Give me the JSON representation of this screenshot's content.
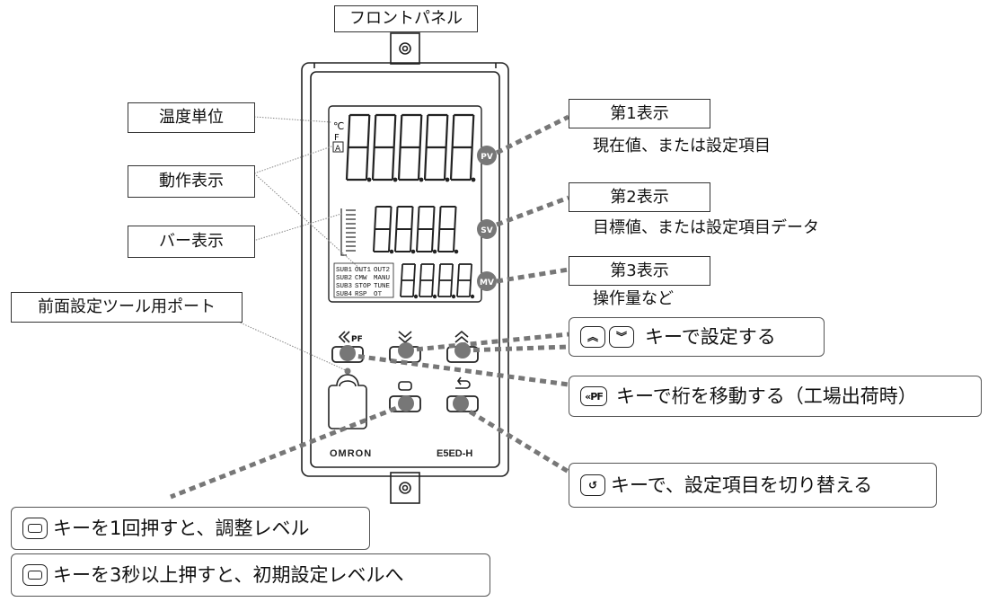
{
  "front_panel": {
    "title": "フロントパネル"
  },
  "left_labels": {
    "temp_unit": "温度単位",
    "operation": "動作表示",
    "bar": "バー表示",
    "tool_port": "前面設定ツール用ポート"
  },
  "displays": [
    {
      "title": "第1表示",
      "desc": "現在値、または設定項目",
      "tag": "PV"
    },
    {
      "title": "第2表示",
      "desc": "目標値、または設定項目データ",
      "tag": "SV"
    },
    {
      "title": "第3表示",
      "desc": "操作量など",
      "tag": "MV"
    }
  ],
  "keys": {
    "up_down": "キーで設定する",
    "pf_key": "PF",
    "pf": "キーで桁を移動する（工場出荷時）",
    "cycle": "キーで、設定項目を切り替える",
    "mode_once": "キーを1回押すと、調整レベル",
    "mode_hold": "キーを3秒以上押すと、初期設定レベルへ"
  },
  "device": {
    "brand": "OMRON",
    "model": "E5ED-H",
    "status_labels": [
      "SUB1",
      "OUT1",
      "OUT2",
      "SUB2",
      "CMW",
      "MANU",
      "SUB3",
      "STOP",
      "TUNE",
      "SUB4",
      "RSP"
    ],
    "unit_c": "℃",
    "unit_f": "F",
    "unit_a": "A",
    "key_pf": "PF"
  },
  "colors": {
    "leader": "#888888",
    "outline": "#222222"
  }
}
